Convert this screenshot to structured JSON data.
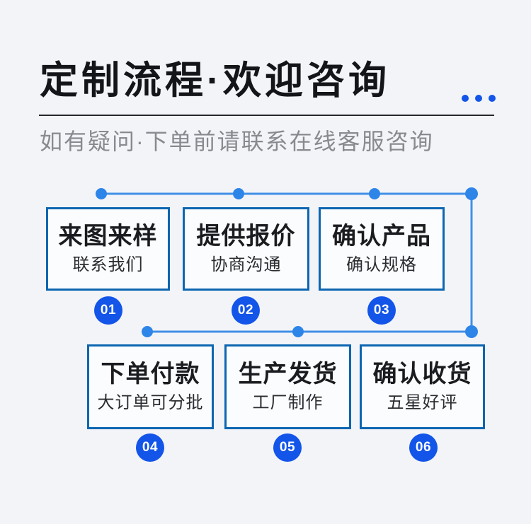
{
  "header": {
    "title": "定制流程·欢迎咨询",
    "subtitle": "如有疑问·下单前请联系在线客服咨询"
  },
  "steps": [
    {
      "number": "01",
      "title": "来图来样",
      "subtitle": "联系我们"
    },
    {
      "number": "02",
      "title": "提供报价",
      "subtitle": "协商沟通"
    },
    {
      "number": "03",
      "title": "确认产品",
      "subtitle": "确认规格"
    },
    {
      "number": "04",
      "title": "下单付款",
      "subtitle": "大订单可分批"
    },
    {
      "number": "05",
      "title": "生产发货",
      "subtitle": "工厂制作"
    },
    {
      "number": "06",
      "title": "确认收货",
      "subtitle": "五星好评"
    }
  ],
  "colors": {
    "bg": "#f3f4f8",
    "card-bg": "#fbfcfe",
    "card-border": "#0c66b1",
    "line": "#4090e8",
    "dot": "#2d85e8",
    "badge": "#1355e8",
    "title": "#141519",
    "subtitle": "#898a8f",
    "card-title": "#1b1c1f",
    "card-subtitle": "#2b2c30",
    "divider": "#24262b"
  }
}
